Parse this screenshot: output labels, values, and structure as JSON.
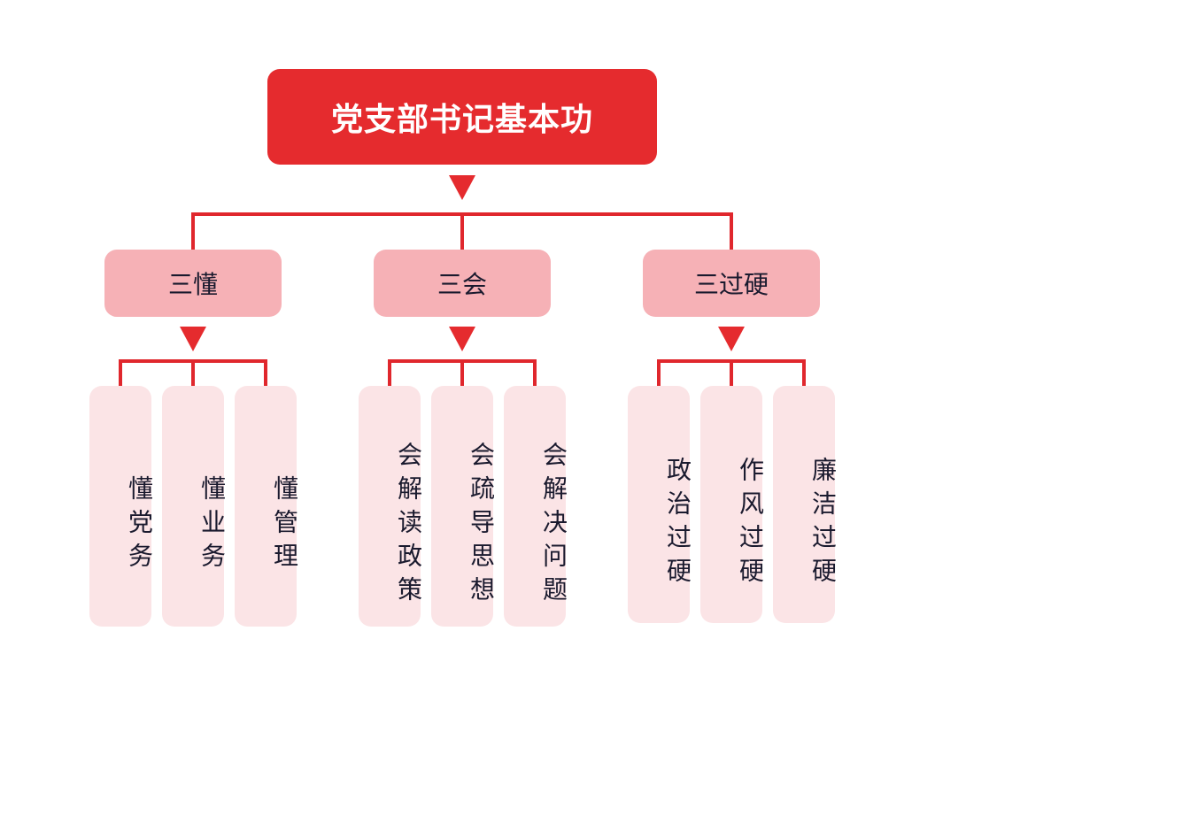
{
  "colors": {
    "root_fill": "#e52b2e",
    "mid_fill": "#f6b1b6",
    "leaf_fill": "#fbe4e6",
    "connector": "#e0272d",
    "arrow": "#e52b2e"
  },
  "root": {
    "label": "党支部书记基本功"
  },
  "groups": [
    {
      "label": "三懂",
      "items": [
        "懂党务",
        "懂业务",
        "懂管理"
      ]
    },
    {
      "label": "三会",
      "items": [
        "会解读政策",
        "会疏导思想",
        "会解决问题"
      ]
    },
    {
      "label": "三过硬",
      "items": [
        "政治过硬",
        "作风过硬",
        "廉洁过硬"
      ]
    }
  ]
}
